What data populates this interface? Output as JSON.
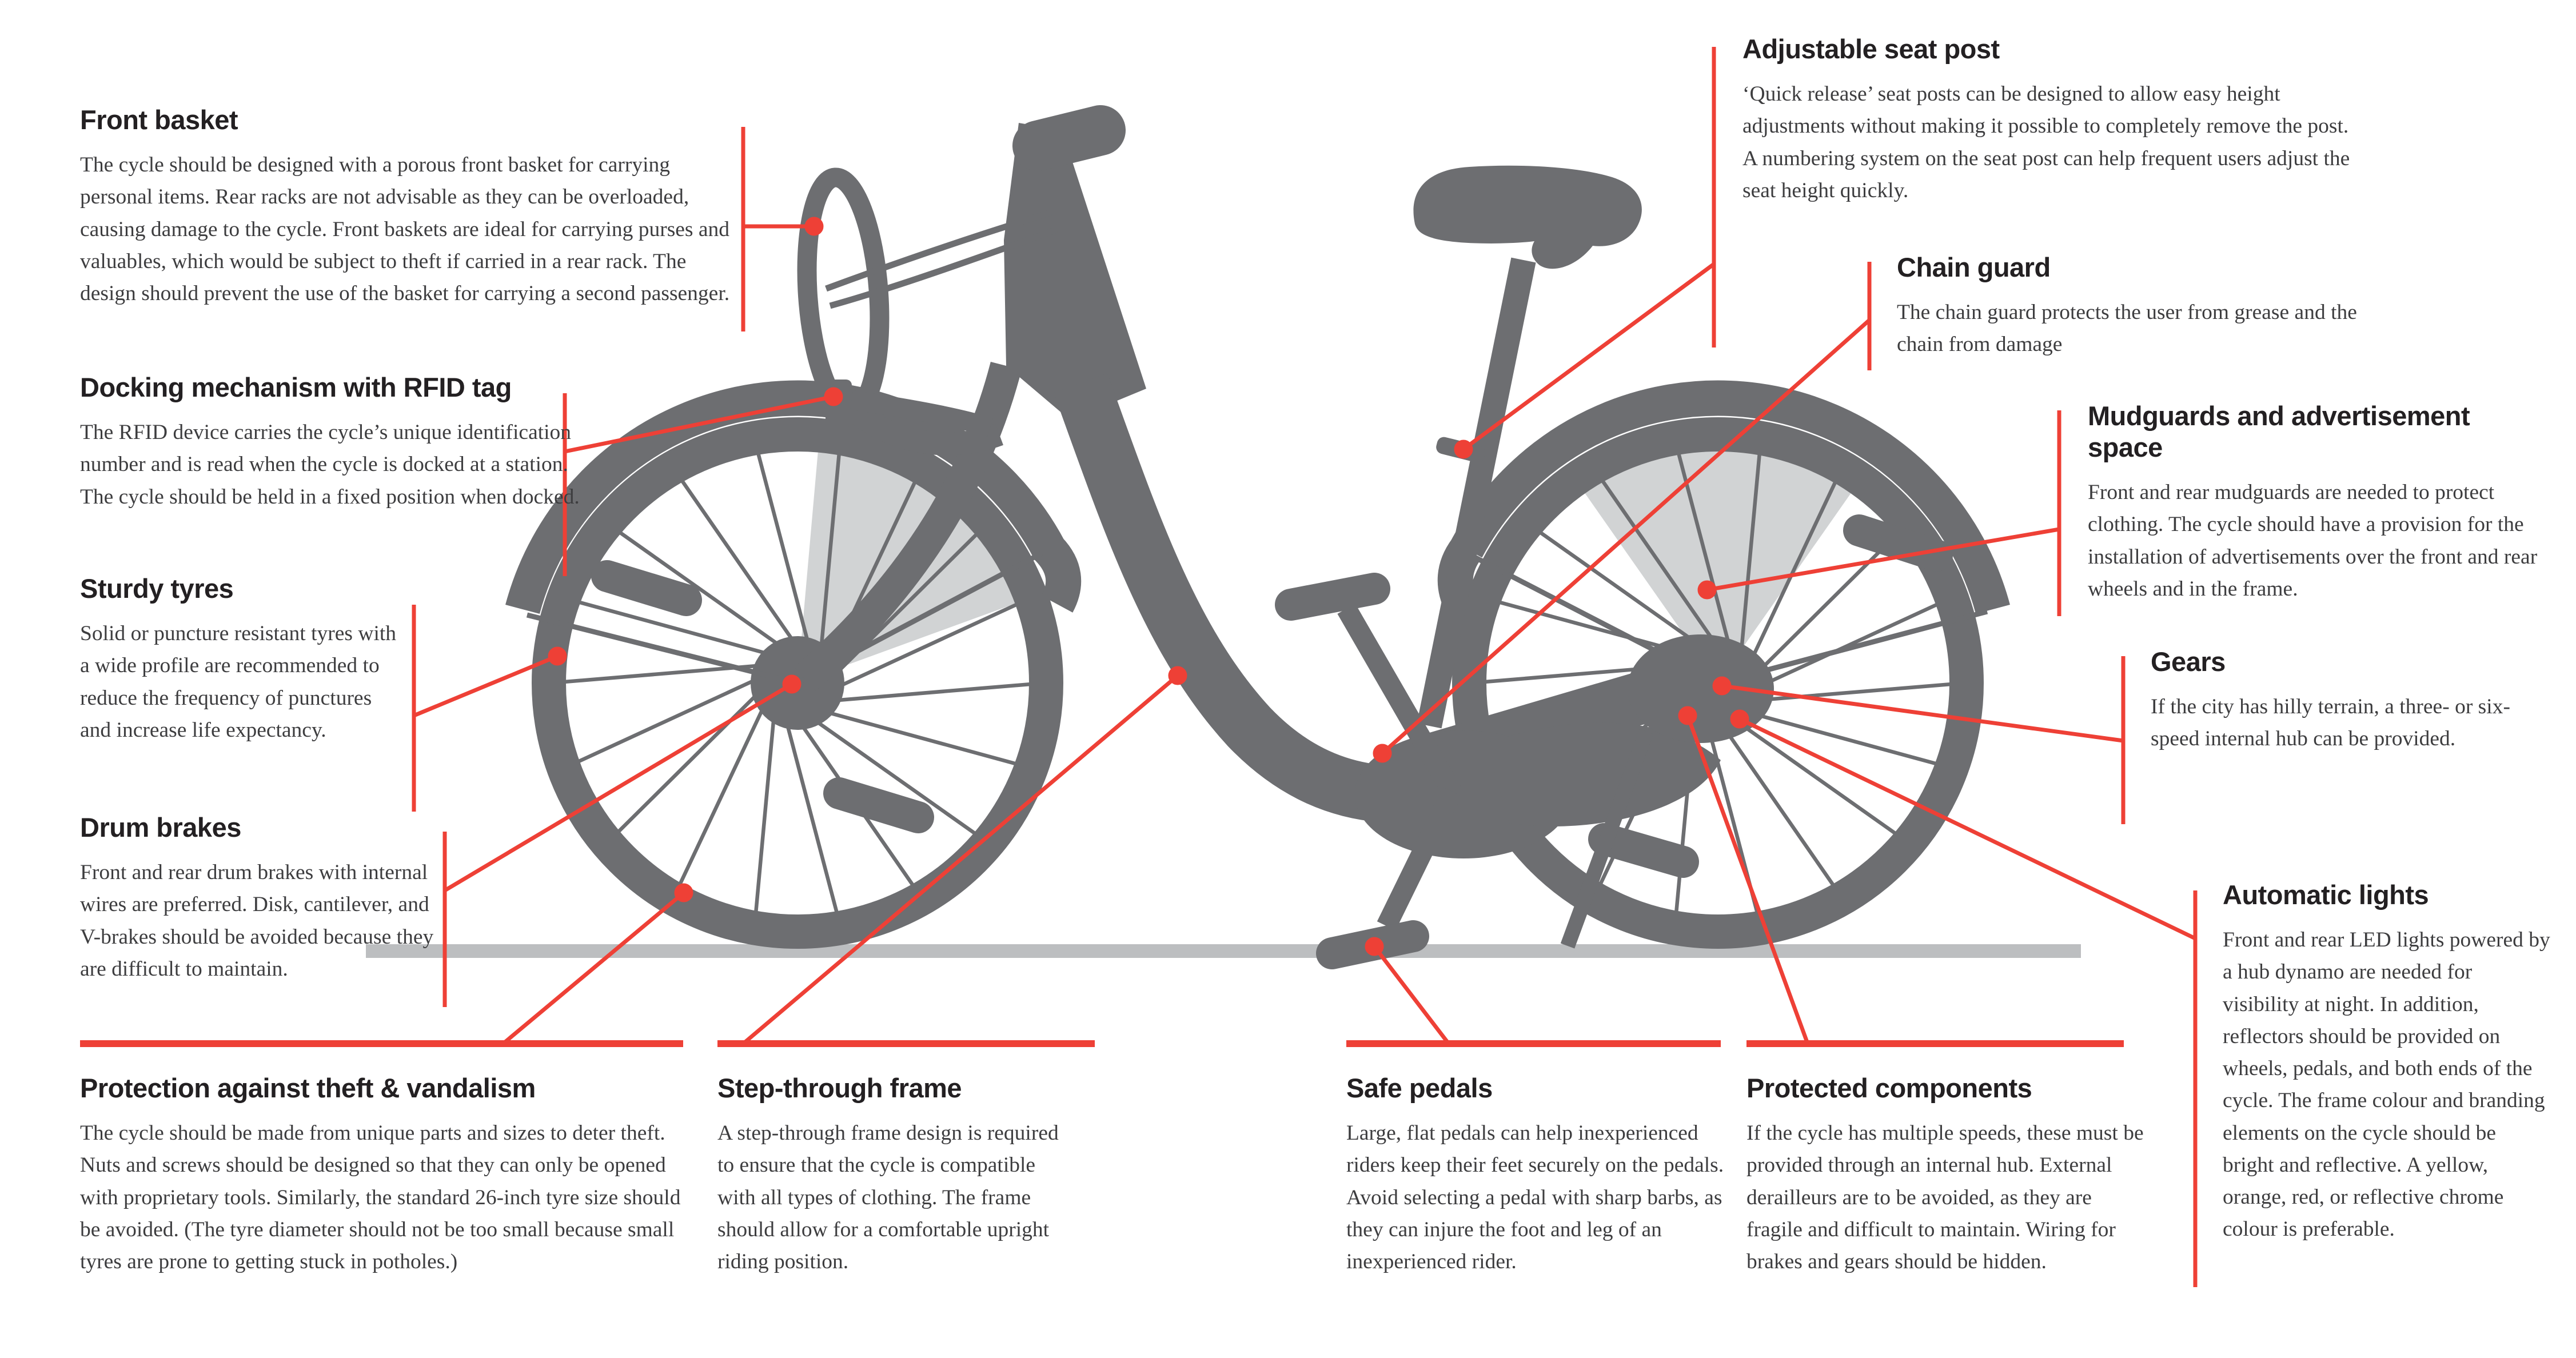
{
  "figure": {
    "type": "annotated-diagram",
    "subject": "Side-view silhouette of a shared city bicycle with design guidelines",
    "parts": [
      "front-wheel",
      "rear-wheel",
      "front-basket",
      "handlebar",
      "fork",
      "front-mudguard",
      "rear-mudguard",
      "step-through-frame",
      "saddle",
      "seat-post",
      "chain-guard",
      "gear-hub",
      "pedals",
      "kickstand",
      "docking-tab",
      "ground"
    ]
  },
  "colors": {
    "bike_gray": "#6D6E71",
    "ad_panel_gray": "#D1D3D4",
    "ground_gray": "#BCBEC0",
    "accent_red": "#EE4036",
    "heading_text": "#232022",
    "body_text": "#3D3D3F"
  },
  "callouts": {
    "front_basket": {
      "title": "Front basket",
      "body": "The cycle should be designed with a porous front basket for carrying personal items. Rear racks are not advisable as they can be overloaded, causing damage to the cycle. Front baskets are ideal for carrying purses and valuables, which would be subject to theft if carried in a rear rack. The design should prevent the use of the basket for carrying a second passenger."
    },
    "docking": {
      "title": "Docking mechanism with RFID tag",
      "body": "The RFID device carries the cycle’s unique identification number and  is read when the cycle is docked at a station. The cycle should be held in a fixed position when docked."
    },
    "sturdy_tyres": {
      "title": "Sturdy tyres",
      "body": "Solid or puncture resistant tyres with a wide profile are recommended to reduce the frequency of punctures and increase life expectancy."
    },
    "drum_brakes": {
      "title": "Drum brakes",
      "body": "Front and rear drum brakes with internal wires are preferred. Disk, cantilever, and V-brakes should be avoided because they are difficult to maintain."
    },
    "protection": {
      "title": "Protection against theft & vandalism",
      "body": "The cycle should be made from unique parts and sizes to deter theft. Nuts and screws should be designed so that they can only be opened with proprietary tools. Similarly, the standard 26-inch tyre size should be avoided. (The tyre diameter should not be too small because small tyres are prone to getting stuck in potholes.)"
    },
    "step_through": {
      "title": "Step-through frame",
      "body": "A step-through frame design is required to ensure that the cycle is compatible with all types of clothing. The frame should allow for a comfortable upright riding position."
    },
    "safe_pedals": {
      "title": "Safe pedals",
      "body": "Large, flat pedals can help inexperienced riders keep their feet securely on the pedals. Avoid selecting a pedal with sharp barbs, as they can injure the foot and leg of an inexperienced rider."
    },
    "protected_components": {
      "title": "Protected components",
      "body": "If the cycle has multiple speeds, these must be provided through an internal hub. External derailleurs are to be avoided, as they are fragile and difficult to maintain. Wiring for brakes and gears should be hidden."
    },
    "adjustable_seat_post": {
      "title": "Adjustable seat post",
      "body": "‘Quick release’ seat posts can be designed to allow easy height adjustments without making it possible to completely remove the post. A numbering system on the seat post can help frequent users adjust the seat height quickly."
    },
    "chain_guard": {
      "title": "Chain guard",
      "body": "The chain guard protects the user from grease and the chain from damage"
    },
    "mudguards": {
      "title": "Mudguards and advertisement space",
      "body": "Front and rear mudguards are needed to protect clothing. The cycle should have a provision for the installation of advertisements over the front and rear wheels and in the frame."
    },
    "gears": {
      "title": "Gears",
      "body": "If the city has hilly terrain, a three- or six-speed internal hub can be provided."
    },
    "automatic_lights": {
      "title": "Automatic lights",
      "body": "Front and rear LED lights powered by a hub dynamo are needed for visibility at night. In addition, reflectors should be provided on wheels, pedals, and both ends of the cycle. The frame colour and branding elements on the cycle should be bright and reflective. A yellow, orange, red, or reflective chrome colour is preferable."
    }
  }
}
